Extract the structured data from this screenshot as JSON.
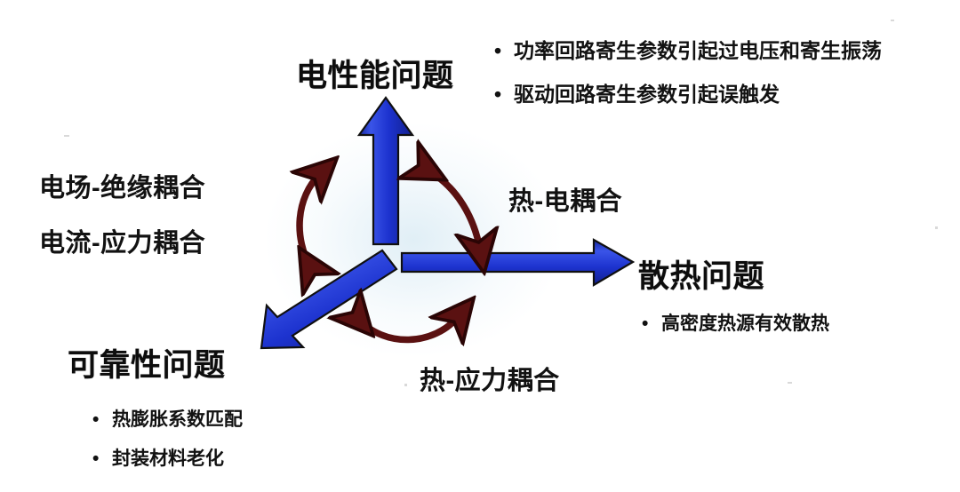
{
  "diagram": {
    "type": "three-node radial coupling diagram",
    "center_label": "",
    "colors": {
      "arrow_blue": "#1a34d2",
      "arrow_blue_light": "#3f5cec",
      "coupling_arrow_dark_red": "#5a1111",
      "text_black": "#121212",
      "background": "#ffffff"
    },
    "nodes": [
      {
        "id": "electrical",
        "title": "电性能问题",
        "direction": "up",
        "bullets": [
          "功率回路寄生参数引起过电压和寄生振荡",
          "驱动回路寄生参数引起误触发"
        ]
      },
      {
        "id": "thermal",
        "title": "散热问题",
        "direction": "right",
        "bullets": [
          "高密度热源有效散热"
        ]
      },
      {
        "id": "reliability",
        "title": "可靠性问题",
        "direction": "down-left",
        "bullets": [
          "热膨胀系数匹配",
          "封装材料老化"
        ]
      }
    ],
    "couplings": [
      {
        "id": "field-insulation",
        "label": "电场-绝缘耦合",
        "between": [
          "electrical",
          "reliability"
        ],
        "position": "left"
      },
      {
        "id": "current-stress",
        "label": "电流-应力耦合",
        "between": [
          "electrical",
          "reliability"
        ],
        "position": "left"
      },
      {
        "id": "thermal-electrical",
        "label": "热-电耦合",
        "between": [
          "electrical",
          "thermal"
        ],
        "position": "upper-right"
      },
      {
        "id": "thermal-stress",
        "label": "热-应力耦合",
        "between": [
          "reliability",
          "thermal"
        ],
        "position": "bottom"
      }
    ],
    "bullet_glyph": "•"
  }
}
